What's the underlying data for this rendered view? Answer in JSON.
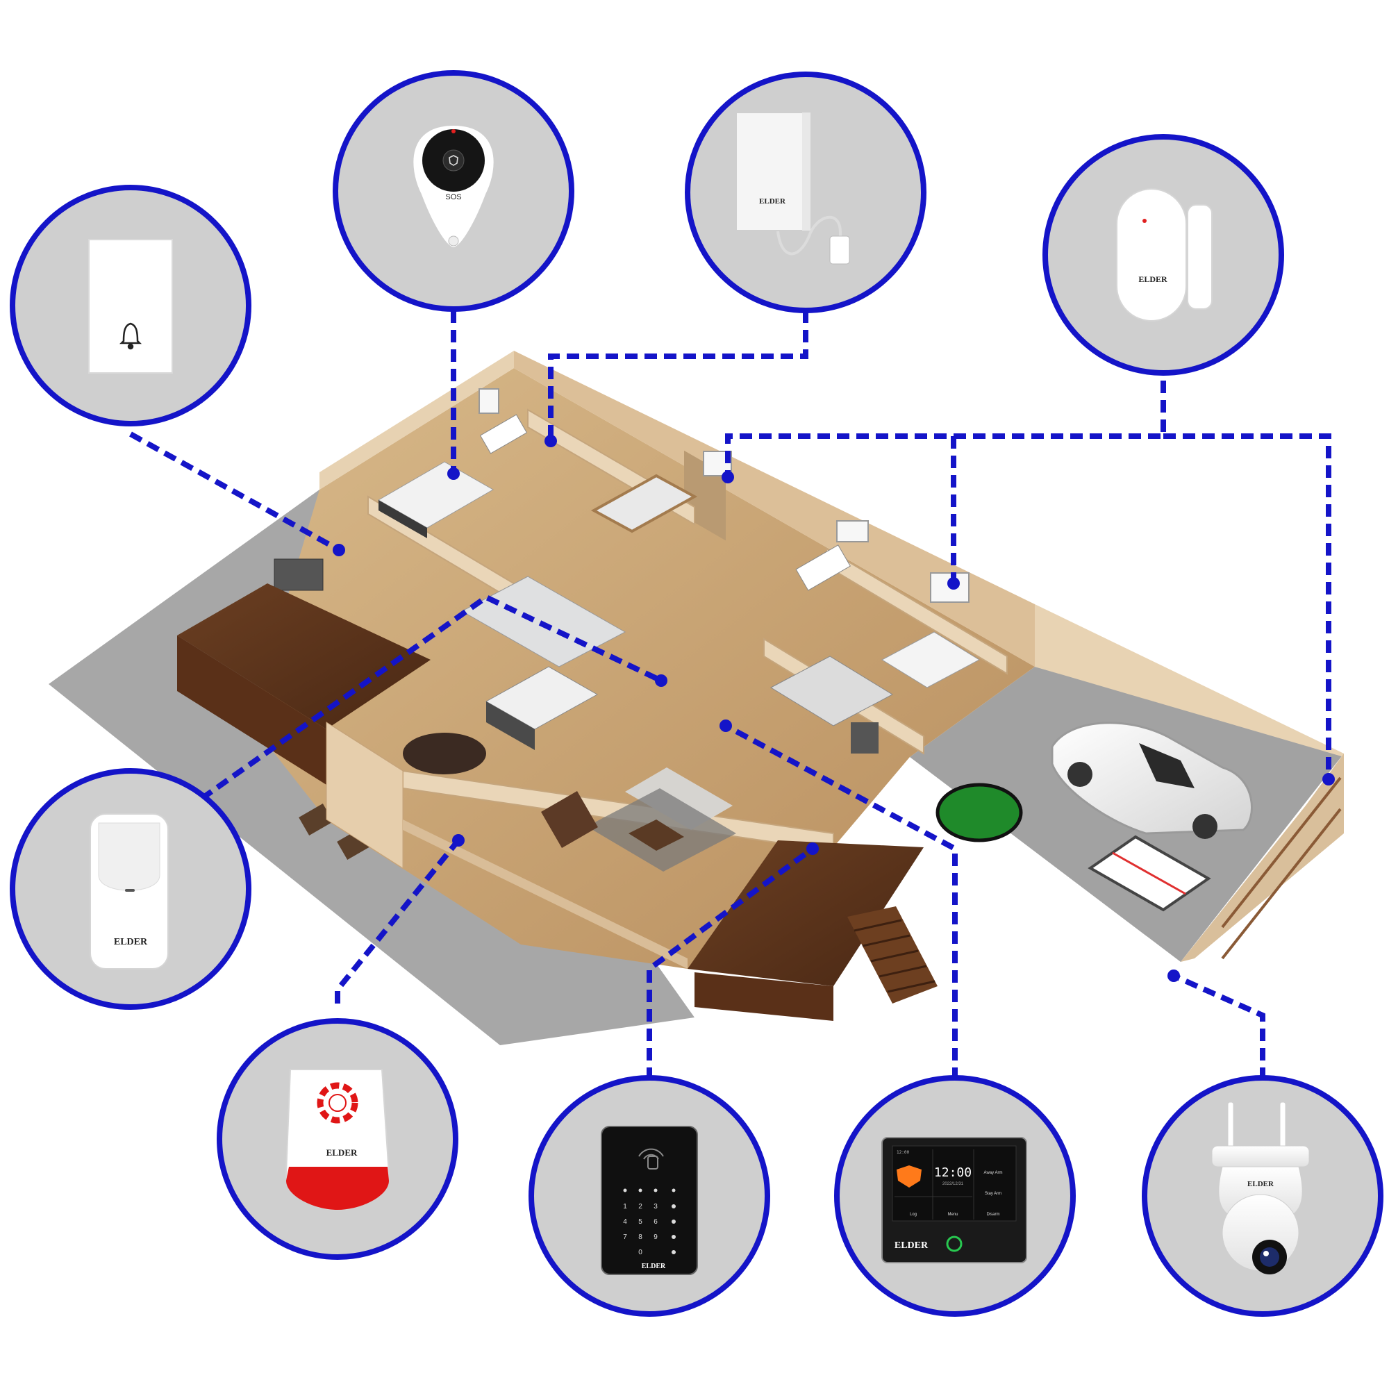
{
  "colors": {
    "background": "#ffffff",
    "circle_fill": "#cfcfcf",
    "circle_ring": "#1414c8",
    "connector": "#1414c8",
    "house_floor": "#c9a878",
    "house_wall": "#e6cfb0",
    "ground": "#a9a9a9",
    "siren_red": "#e01616",
    "panel_accent": "#ff7a1a",
    "panel_ring": "#28c850"
  },
  "brand": {
    "logo_text": "ELDER"
  },
  "devices": {
    "doorbell": {
      "icon": "bell-icon"
    },
    "remote": {
      "button_label": "SOS",
      "icon": "shield-icon"
    },
    "water_sensor": {
      "icon": "water-leak-icon"
    },
    "door_sensor": {
      "icon": "door-contact-icon"
    },
    "pir_sensor": {
      "icon": "motion-icon"
    },
    "siren": {
      "icon": "siren-icon"
    },
    "keypad": {
      "icon": "rfid-icon",
      "keys": [
        "1",
        "2",
        "3",
        "4",
        "5",
        "6",
        "7",
        "8",
        "9",
        "0"
      ]
    },
    "control_panel": {
      "time": "12:00",
      "date": "2022/12/31",
      "top_left": "12:00",
      "menu": {
        "away_arm": "Away Arm",
        "stay_arm": "Stay Arm",
        "disarm": "Disarm",
        "log": "Log",
        "menu": "Menu"
      }
    },
    "camera": {
      "icon": "camera-icon"
    }
  }
}
